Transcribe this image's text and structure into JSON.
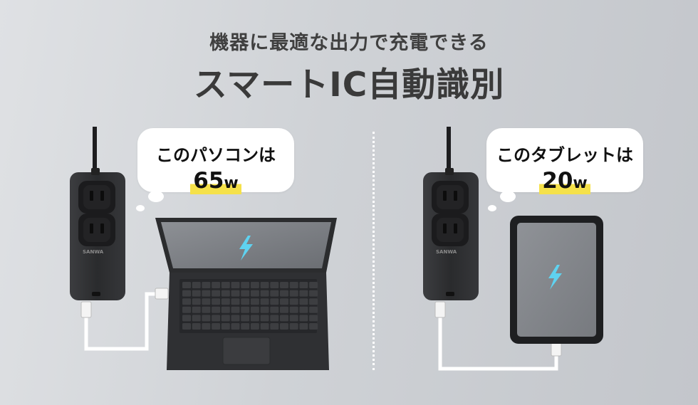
{
  "headline": {
    "subtitle": "機器に最適な出力で充電できる",
    "title": "スマートIC自動識別"
  },
  "left_panel": {
    "device": "laptop",
    "bubble_text": "このパソコンは",
    "watt_value": "65",
    "watt_unit": "w",
    "charger_logo": "SANWA"
  },
  "right_panel": {
    "device": "tablet",
    "bubble_text": "このタブレットは",
    "watt_value": "20",
    "watt_unit": "w",
    "charger_logo": "SANWA"
  },
  "colors": {
    "highlight": "#f5e14a",
    "lightning": "#5fd2f0",
    "charger": "#2e2f31",
    "cable": "#ffffff"
  },
  "icons": [
    "lightning-icon",
    "ac-outlet-icon"
  ]
}
